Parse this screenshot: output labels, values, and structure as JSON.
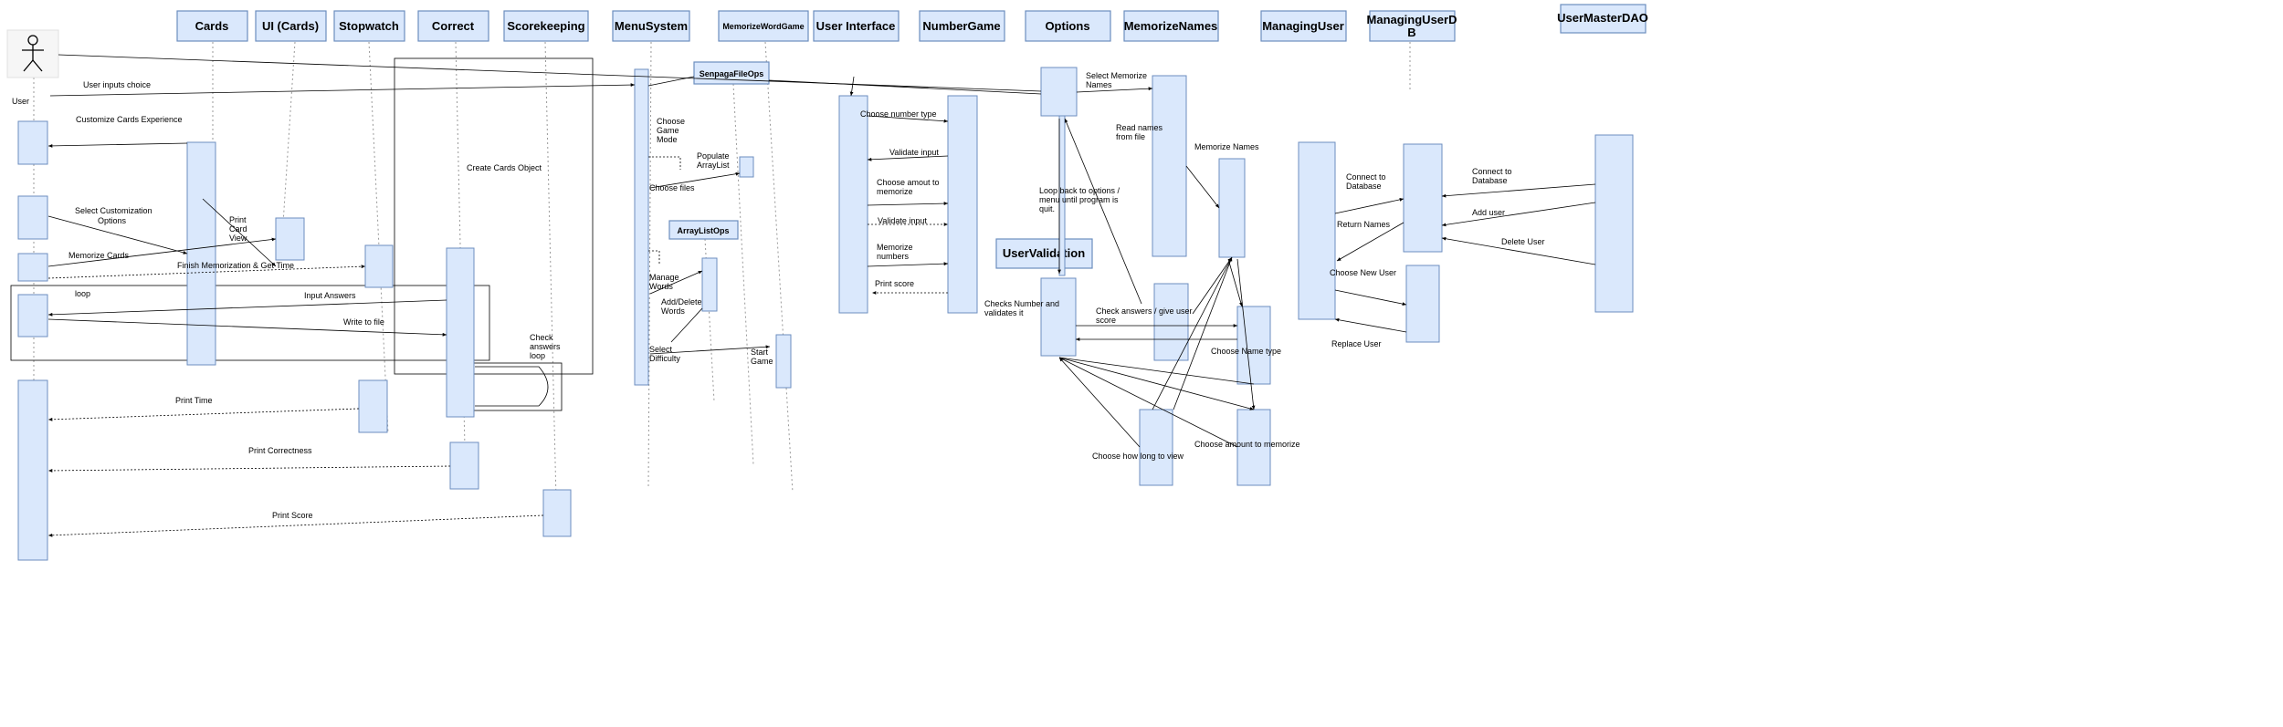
{
  "actor": {
    "label": "User"
  },
  "participants": {
    "cards": "Cards",
    "ui_cards": "UI (Cards)",
    "stopwatch": "Stopwatch",
    "correct": "Correct",
    "scorekeeping": "Scorekeeping",
    "menu_system": "MenuSystem",
    "memorize_word_game": "MemorizeWordGame",
    "user_interface": "User Interface",
    "number_game": "NumberGame",
    "options": "Options",
    "memorize_names": "MemorizeNames",
    "managing_user": "ManagingUser",
    "managing_user_db_line1": "ManagingUserD",
    "managing_user_db_line2": "B",
    "user_master_dao": "UserMasterDAO",
    "senpaga_file_ops": "SenpagaFileOps",
    "array_list_ops": "ArrayListOps",
    "user_validation": "UserValidation"
  },
  "frames": {
    "loop": "loop"
  },
  "messages": {
    "user_inputs_choice": "User inputs choice",
    "customize_cards_experience": "Customize Cards Experience",
    "select_customization_1": "Select Customization",
    "select_customization_2": "Options",
    "print_card_view_1": "Print",
    "print_card_view_2": "Card",
    "print_card_view_3": "View",
    "memorize_cards": "Memorize Cards",
    "finish_memorization": "Finish Memorization & Get Time",
    "input_answers": "Input Answers",
    "write_to_file": "Write to file",
    "create_cards_object": "Create Cards Object",
    "check_answers_loop_1": "Check",
    "check_answers_loop_2": "answers",
    "check_answers_loop_3": "loop",
    "print_time": "Print Time",
    "print_correctness": "Print Correctness",
    "print_score": "Print Score",
    "choose_game_mode_1": "Choose",
    "choose_game_mode_2": "Game",
    "choose_game_mode_3": "Mode",
    "choose_files": "Choose files",
    "populate_arraylist_1": "Populate",
    "populate_arraylist_2": "ArrayList",
    "manage_words_1": "Manage",
    "manage_words_2": "Words",
    "add_delete_words_1": "Add/Delete",
    "add_delete_words_2": "Words",
    "select_difficulty_1": "Select",
    "select_difficulty_2": "Difficulty",
    "start_game_1": "Start",
    "start_game_2": "Game",
    "choose_number_type": "Choose number type",
    "validate_input_1": "Validate input",
    "choose_amount_1": "Choose amout to",
    "choose_amount_2": "memorize",
    "validate_input_2": "Validate input",
    "memorize_numbers_1": "Memorize",
    "memorize_numbers_2": "numbers",
    "print_score_ng": "Print score",
    "select_memorize_names_1": "Select Memorize",
    "select_memorize_names_2": "Names",
    "read_names_1": "Read names",
    "read_names_2": "from file",
    "memorize_names_msg": "Memorize Names",
    "loop_back_1": "Loop back to options /",
    "loop_back_2": "menu until program is",
    "loop_back_3": "quit.",
    "checks_number_1": "Checks Number and",
    "checks_number_2": "validates it",
    "check_answers_give_1": "Check answers / give user",
    "check_answers_give_2": "score",
    "choose_name_type": "Choose Name type",
    "choose_how_long": "Choose how long to view",
    "choose_amount_memorize": "Choose amount to memorize",
    "connect_db_1a": "Connect to",
    "connect_db_1b": "Database",
    "return_names": "Return Names",
    "choose_new_user": "Choose New User",
    "replace_user": "Replace User",
    "connect_db_2a": "Connect to",
    "connect_db_2b": "Database",
    "add_user": "Add user",
    "delete_user": "Delete User"
  },
  "colors": {
    "box_fill": "#dae8fc",
    "box_stroke": "#6c8ebf",
    "lifeline": "#999999",
    "line": "#000000"
  }
}
